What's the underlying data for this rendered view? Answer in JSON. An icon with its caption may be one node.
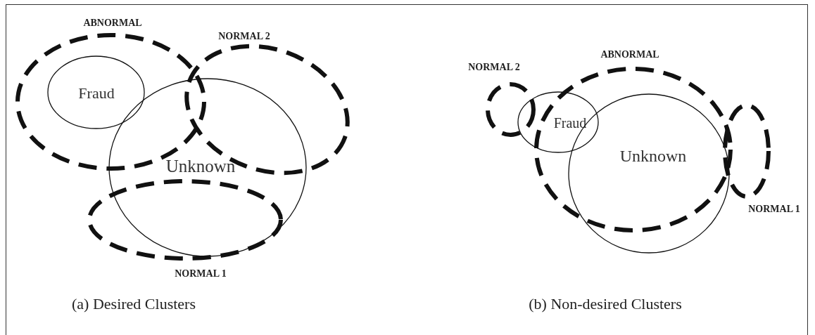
{
  "diagram": {
    "nodes": [
      {
        "text": [
          "ABNORMAL"
        ]
      },
      {
        "text": [
          "Fraud"
        ],
        "in": 0
      },
      {
        "text": [
          "NORMAL 2"
        ]
      },
      {
        "text": [
          "Unknown"
        ]
      },
      {
        "text": [
          "NORMAL 1"
        ]
      },
      {
        "text": [
          "NORMAL 2"
        ]
      },
      {
        "text": [
          "ABNORMAL"
        ]
      },
      {
        "text": [
          "Fraud"
        ]
      },
      {
        "text": [
          "Unknown"
        ]
      },
      {
        "text": [
          "NORMAL 1"
        ]
      }
    ],
    "labels": [
      "(a) Desired Clusters",
      "(b) Non-desired Clusters"
    ]
  }
}
